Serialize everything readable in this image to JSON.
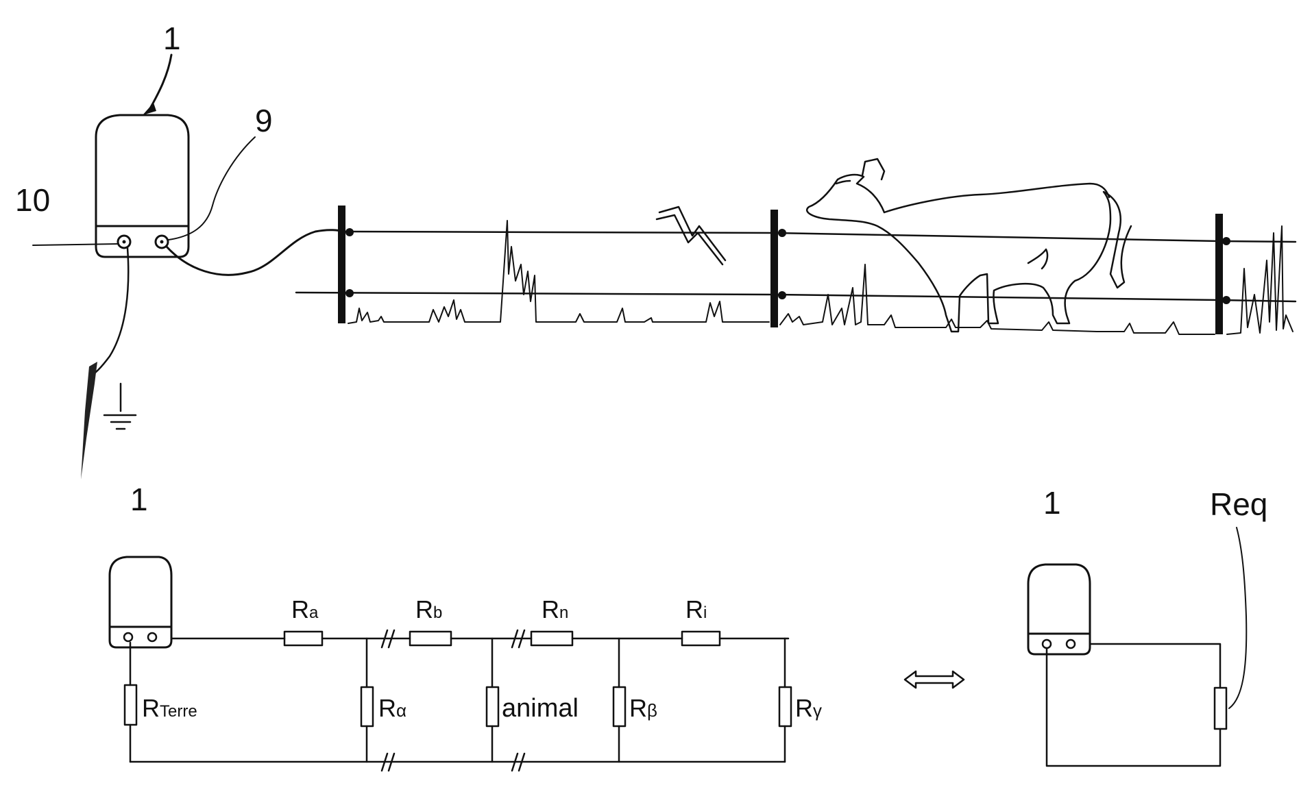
{
  "top": {
    "label_energizer": "1",
    "label_9": "9",
    "label_10": "10"
  },
  "bottom_left": {
    "label_energizer": "1",
    "r_a": "R",
    "r_a_sub": "a",
    "r_b": "R",
    "r_b_sub": "b",
    "r_n": "R",
    "r_n_sub": "n",
    "r_i": "R",
    "r_i_sub": "i",
    "r_terre": "R",
    "r_terre_sub": "Terre",
    "r_alpha": "R",
    "r_alpha_sub": "α",
    "animal": "animal",
    "r_beta": "R",
    "r_beta_sub": "β",
    "r_gamma": "R",
    "r_gamma_sub": "γ"
  },
  "bottom_right": {
    "label_energizer": "1",
    "r_eq": "Req"
  }
}
